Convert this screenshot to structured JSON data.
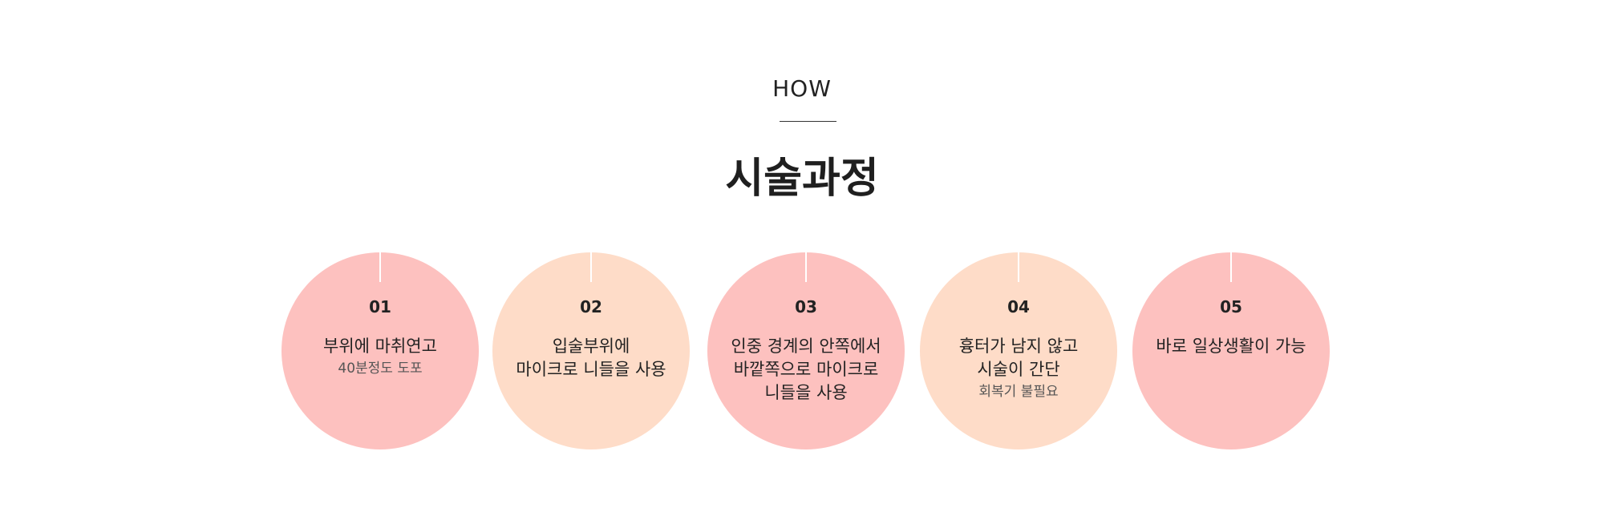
{
  "section": {
    "eyebrow": "HOW",
    "title": "시술과정"
  },
  "colors": {
    "pink": "#fdc1bf",
    "peach": "#fedcc8"
  },
  "steps": [
    {
      "number": "01",
      "lines": [
        "부위에 마취연고"
      ],
      "sub": "40분정도 도포",
      "color": "pink"
    },
    {
      "number": "02",
      "lines": [
        "입술부위에",
        "마이크로 니들을 사용"
      ],
      "sub": "",
      "color": "peach"
    },
    {
      "number": "03",
      "lines": [
        "인중 경계의 안쪽에서",
        "바깥쪽으로 마이크로",
        "니들을 사용"
      ],
      "sub": "",
      "color": "pink"
    },
    {
      "number": "04",
      "lines": [
        "흉터가 남지 않고",
        "시술이 간단"
      ],
      "sub": "회복기 불필요",
      "color": "peach"
    },
    {
      "number": "05",
      "lines": [
        "바로 일상생활이 가능"
      ],
      "sub": "",
      "color": "pink"
    }
  ]
}
